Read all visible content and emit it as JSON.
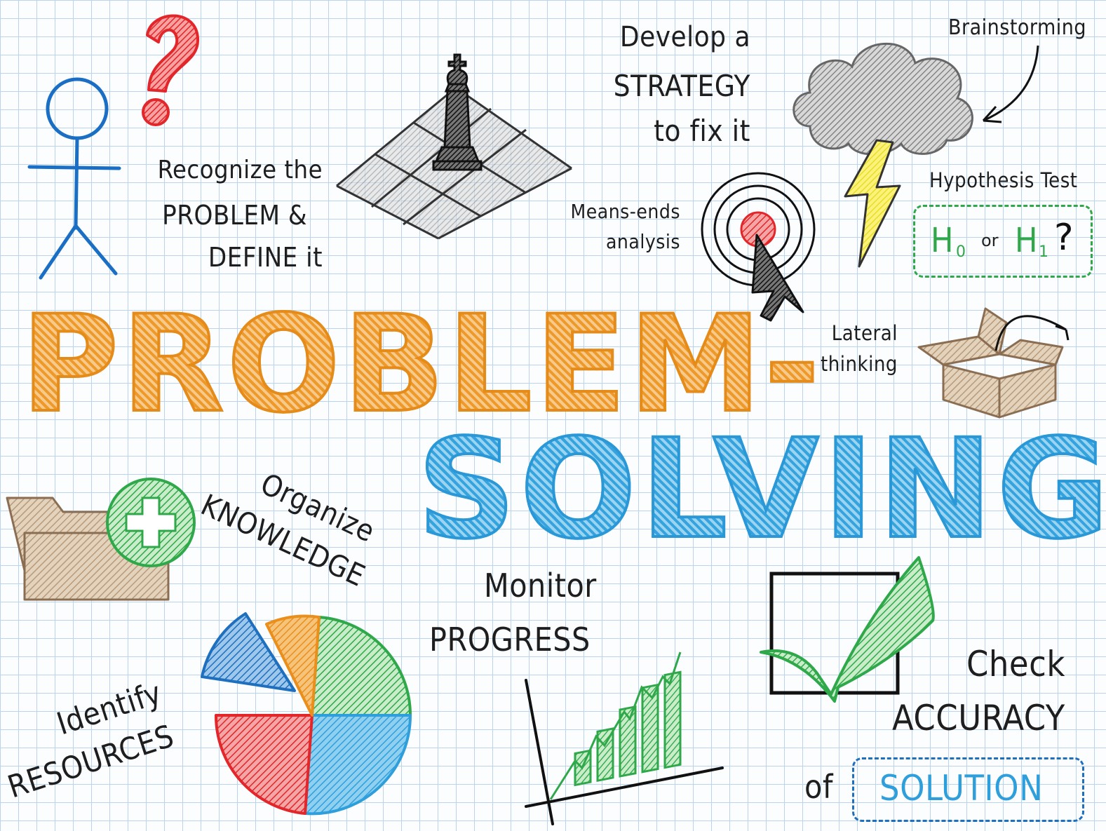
{
  "title": {
    "line1": "PROBLEM-",
    "line2": "SOLVING"
  },
  "steps": {
    "recognize": [
      "Recognize the",
      "PROBLEM &",
      "DEFINE it"
    ],
    "strategy": [
      "Develop a",
      "STRATEGY",
      "to fix it"
    ],
    "organize": [
      "Organize",
      "KNOWLEDGE"
    ],
    "monitor": [
      "Monitor",
      "PROGRESS"
    ],
    "identify": [
      "Identify",
      "RESOURCES"
    ],
    "check": [
      "Check",
      "ACCURACY",
      "of",
      "SOLUTION"
    ]
  },
  "techniques": {
    "brainstorming": "Brainstorming",
    "hypothesis_label": "Hypothesis Test",
    "h0": "H",
    "h0_sub": "0",
    "or": "or",
    "h1": "H",
    "h1_sub": "1",
    "question": "?",
    "means_ends": [
      "Means-ends",
      "analysis"
    ],
    "lateral": [
      "Lateral",
      "thinking"
    ]
  },
  "icons": [
    "question-mark-icon",
    "stick-figure-icon",
    "chess-king-icon",
    "storm-cloud-icon",
    "lightning-icon",
    "target-icon",
    "cursor-arrow-icon",
    "open-box-icon",
    "folder-add-icon",
    "pie-chart-icon",
    "growth-chart-icon",
    "checkbox-icon"
  ],
  "colors": {
    "orange": "#f0a030",
    "blue": "#3aa7df",
    "green": "#2fa84a",
    "red": "#e2262a",
    "brown": "#b89a78",
    "grid": "#b9d4ec"
  }
}
